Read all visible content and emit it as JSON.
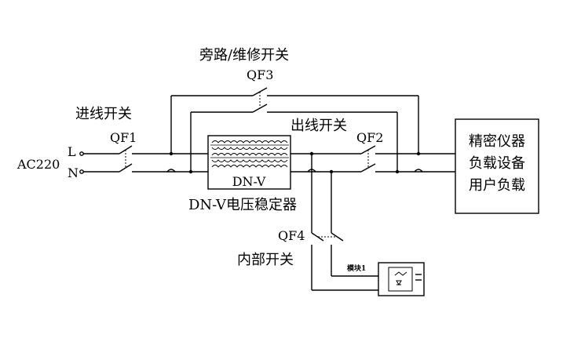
{
  "labels": {
    "bypass_title": "旁路/维修开关",
    "qf3": "QF3",
    "incoming_title": "进线开关",
    "qf1": "QF1",
    "outgoing_title": "出线开关",
    "qf2": "QF2",
    "ac": "AC220",
    "l": "L",
    "n": "N",
    "regulator": "DN-V",
    "regulator_caption": "DN-V电压稳定器",
    "qf4": "QF4",
    "internal_title": "内部开关",
    "module": "模块1"
  },
  "load_box": [
    "精密仪器",
    "负载设备",
    "用户负载"
  ]
}
